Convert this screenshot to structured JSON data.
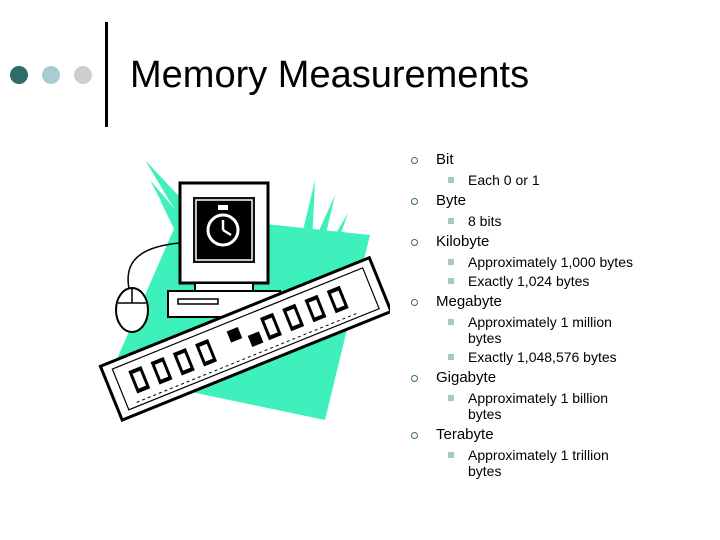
{
  "slide": {
    "title": "Memory Measurements",
    "clipart_icon": "computer-memory-clipart",
    "accent_colors": {
      "teal_dark": "#2e6b6b",
      "teal_light": "#a8ccd4",
      "gray": "#cfcfcf",
      "mint": "#3ef0bc"
    }
  },
  "items": [
    {
      "label": "Bit",
      "subs": [
        "Each 0 or 1"
      ]
    },
    {
      "label": "Byte",
      "subs": [
        "8 bits"
      ]
    },
    {
      "label": "Kilobyte",
      "subs": [
        "Approximately 1,000 bytes",
        "Exactly 1,024 bytes"
      ]
    },
    {
      "label": "Megabyte",
      "subs": [
        "Approximately 1 million bytes",
        "Exactly 1,048,576 bytes"
      ]
    },
    {
      "label": "Gigabyte",
      "subs": [
        "Approximately 1 billion bytes"
      ]
    },
    {
      "label": "Terabyte",
      "subs": [
        "Approximately 1 trillion bytes"
      ]
    }
  ]
}
